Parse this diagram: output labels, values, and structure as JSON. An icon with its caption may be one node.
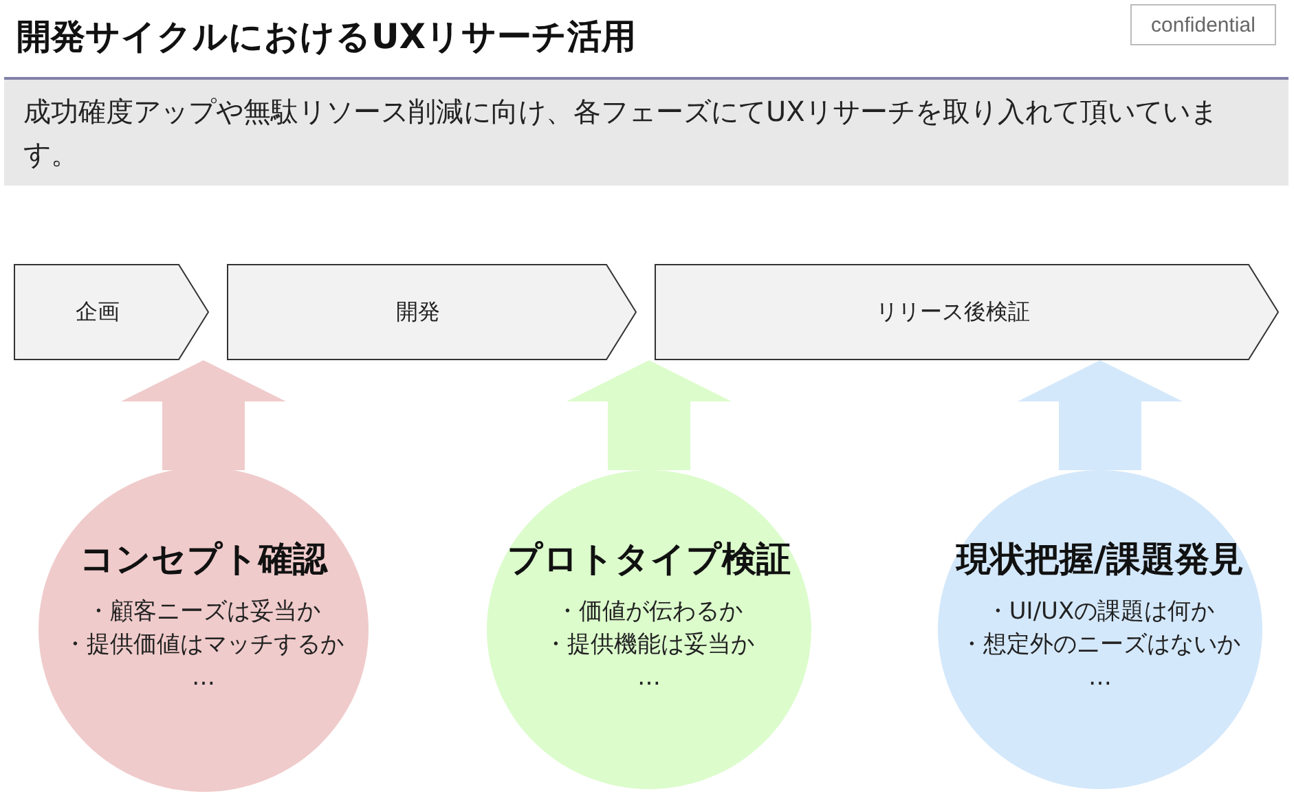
{
  "diagram": {
    "title": "開発サイクルにおけるUXリサーチ活用",
    "nodes": [
      {
        "text": [
          "confidential"
        ]
      },
      {
        "text": [
          "成功確度アップや無駄リソース削減に向け、各フェーズにてUXリサーチを取り入れて頂いています。"
        ]
      },
      {
        "text": [
          "企画"
        ]
      },
      {
        "text": [
          "開発"
        ]
      },
      {
        "text": [
          "リリース後検証"
        ]
      },
      {
        "text": [
          "コンセプト確認",
          "・顧客ニーズは妥当か",
          "・提供価値はマッチするか",
          "…"
        ]
      },
      {
        "text": [
          "プロトタイプ検証",
          "・価値が伝わるか",
          "・提供機能は妥当か",
          "…"
        ]
      },
      {
        "text": [
          "現状把握/課題発見",
          "・UI/UXの課題は何か",
          "・想定外のニーズはないか",
          "…"
        ]
      }
    ],
    "edges": [
      {
        "from": 5,
        "to": 2,
        "arrow": "to",
        "color": "#f0cbcb"
      },
      {
        "from": 6,
        "to": 3,
        "arrow": "to",
        "color": "#dcfccc"
      },
      {
        "from": 7,
        "to": 4,
        "arrow": "to",
        "color": "#d4e8fb"
      }
    ]
  }
}
